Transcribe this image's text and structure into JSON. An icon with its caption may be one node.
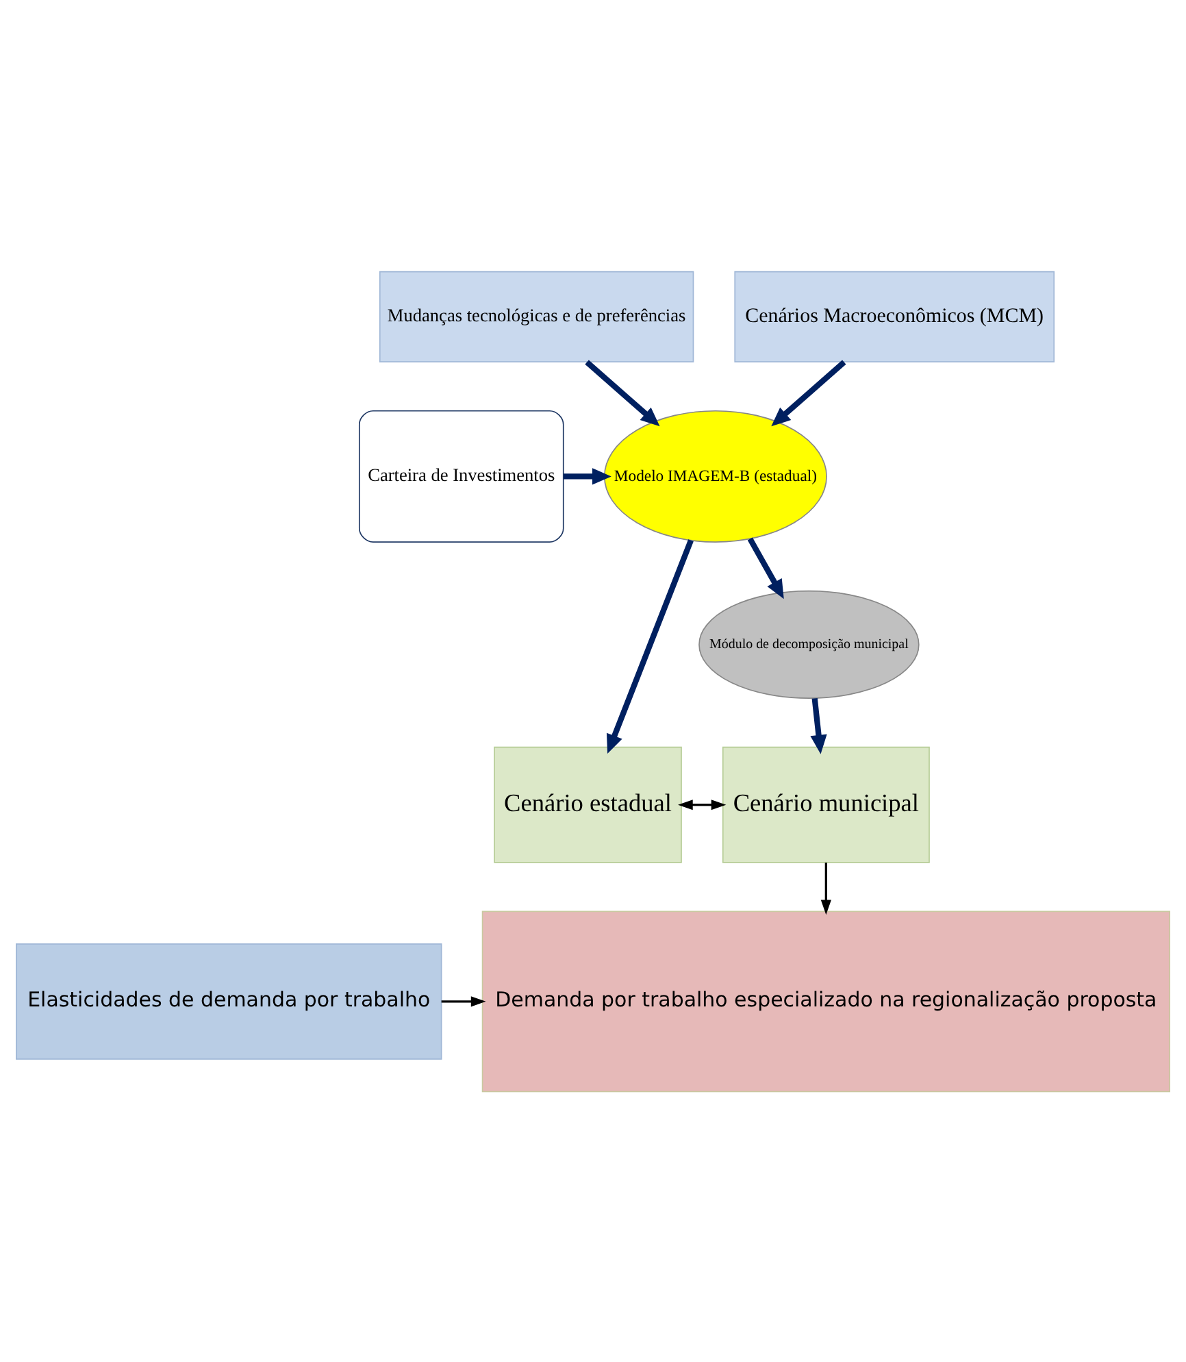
{
  "diagram": {
    "nodes": [
      {
        "text": [
          "Mudanças tecnológicas e de preferências"
        ]
      },
      {
        "text": [
          "Cenários Macroeconômicos (MCM)"
        ]
      },
      {
        "text": [
          "Carteira de Investimentos"
        ]
      },
      {
        "text": [
          "Modelo IMAGEM-B (estadual)"
        ]
      },
      {
        "text": [
          "Módulo de decomposição municipal"
        ]
      },
      {
        "text": [
          "Cenário estadual"
        ]
      },
      {
        "text": [
          "Cenário municipal"
        ]
      },
      {
        "text": [
          "Demanda por trabalho especializado na regionalização proposta"
        ]
      },
      {
        "text": [
          "Elasticidades de demanda por trabalho"
        ]
      }
    ],
    "edges": [
      {
        "from": 0,
        "to": 3,
        "arrow": "to"
      },
      {
        "from": 1,
        "to": 3,
        "arrow": "to"
      },
      {
        "from": 2,
        "to": 3,
        "arrow": "to"
      },
      {
        "from": 3,
        "to": 4,
        "arrow": "to"
      },
      {
        "from": 3,
        "to": 5,
        "arrow": "to"
      },
      {
        "from": 4,
        "to": 6,
        "arrow": "to"
      },
      {
        "from": 5,
        "to": 6,
        "arrow": "both",
        "color": "#000000"
      },
      {
        "from": 6,
        "to": 7,
        "arrow": "to",
        "color": "#000000"
      },
      {
        "from": 8,
        "to": 7,
        "arrow": "to",
        "color": "#000000"
      }
    ]
  }
}
